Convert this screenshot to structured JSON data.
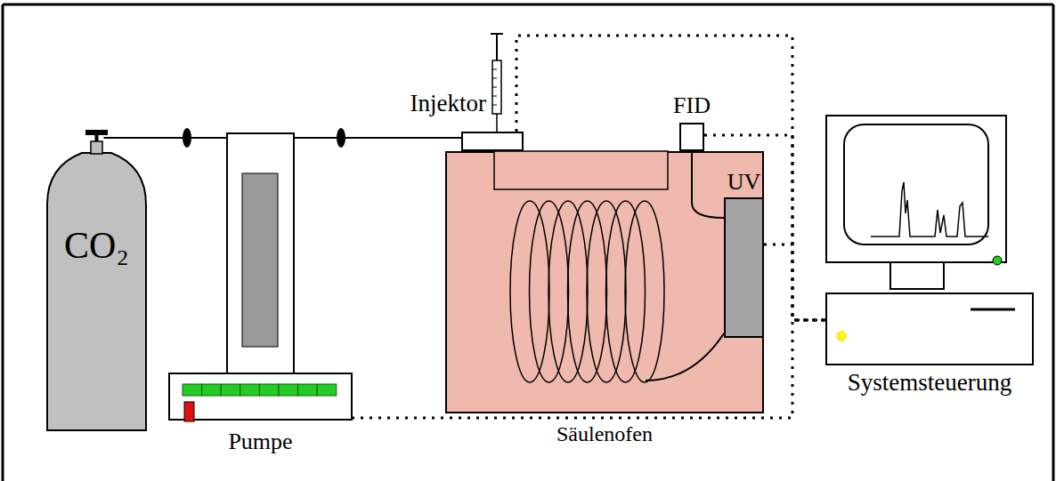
{
  "diagram": {
    "nodes": [
      {
        "text": [
          "CO₂"
        ]
      },
      {
        "text": [
          "Pumpe"
        ]
      },
      {
        "text": [
          "Injektor"
        ]
      },
      {
        "text": [
          "Säulenofen"
        ]
      },
      {
        "text": [
          "FID"
        ]
      },
      {
        "text": [
          "UV"
        ],
        "in": 3
      },
      {
        "text": [
          "Systemsteuerung"
        ]
      }
    ],
    "edges": [
      {
        "from": 0,
        "to": 1,
        "arrow": "none"
      },
      {
        "from": 1,
        "to": 2,
        "arrow": "none"
      },
      {
        "from": 1,
        "to": 6,
        "arrow": "none"
      },
      {
        "from": 2,
        "to": 6,
        "arrow": "none"
      },
      {
        "from": 4,
        "to": 6,
        "arrow": "none"
      },
      {
        "from": 5,
        "to": 6,
        "arrow": "none"
      }
    ]
  }
}
